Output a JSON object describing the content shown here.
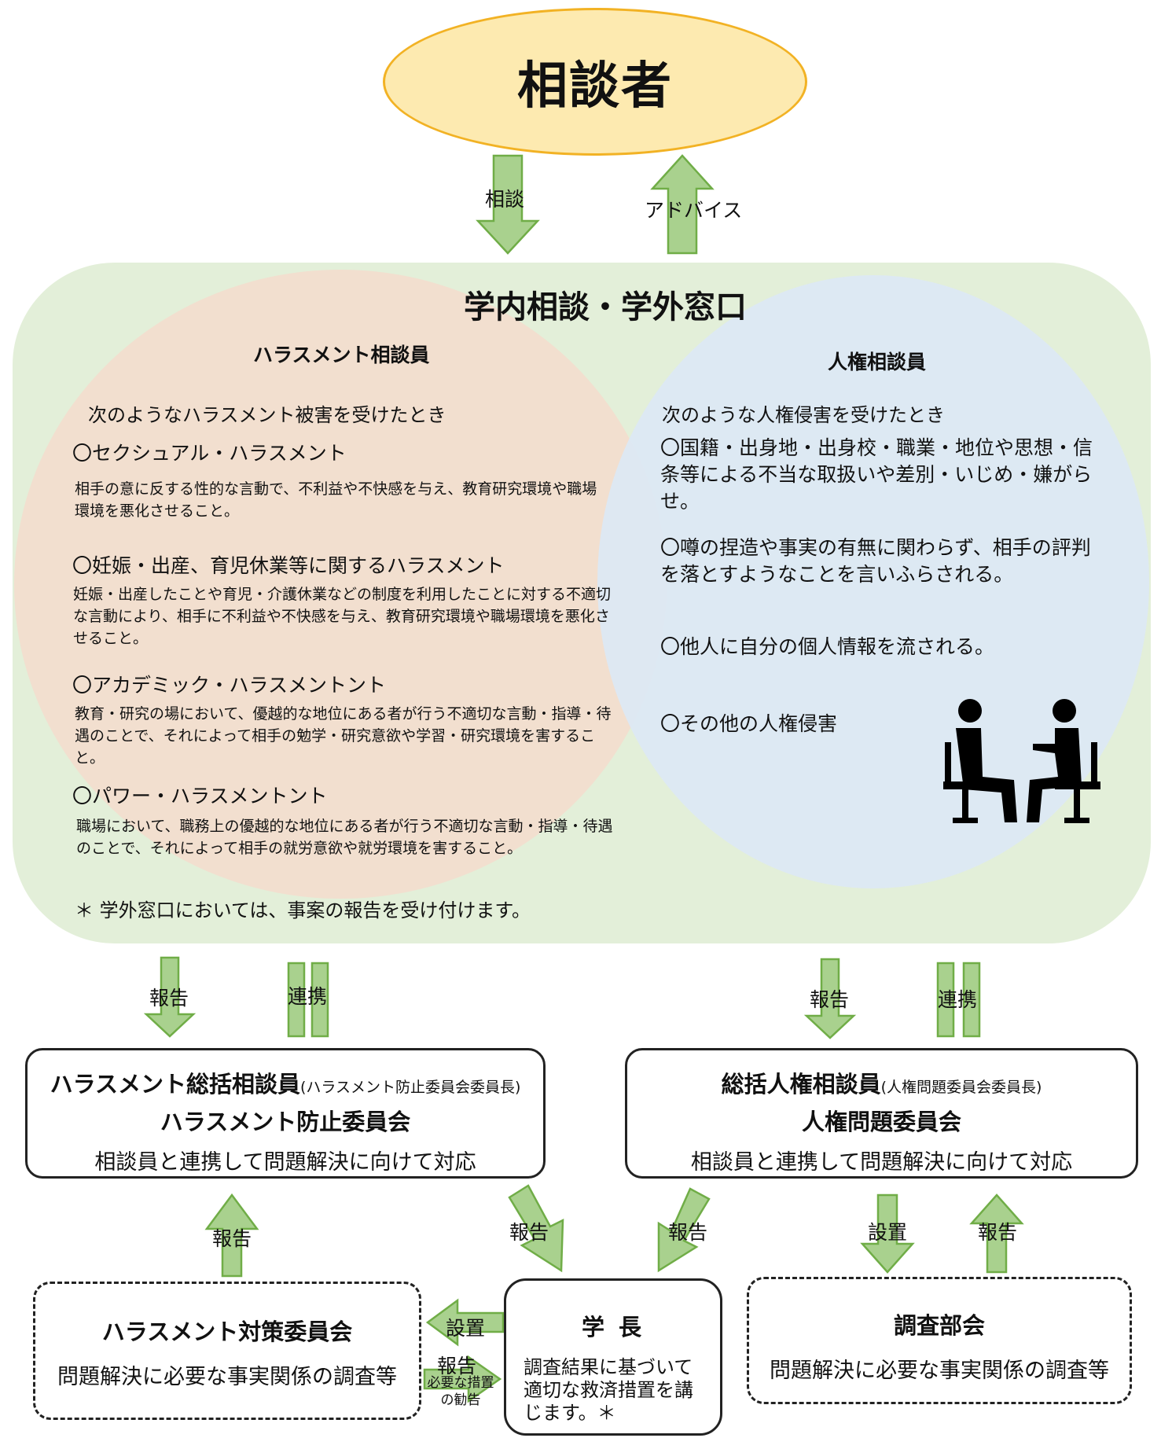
{
  "consultant": {
    "label": "相談者"
  },
  "top_arrows": {
    "consult": "相談",
    "advice": "アドバイス"
  },
  "panel": {
    "title": "学内相談・学外窓口",
    "harassment": {
      "heading": "ハラスメント相談員",
      "intro": "次のようなハラスメント被害を受けたとき",
      "items": [
        {
          "title": "〇セクシュアル・ハラスメント",
          "desc": "相手の意に反する性的な言動で、不利益や不快感を与え、教育研究環境や職場環境を悪化させること。"
        },
        {
          "title": "〇妊娠・出産、育児休業等に関するハラスメント",
          "desc": "妊娠・出産したことや育児・介護休業などの制度を利用したことに対する不適切な言動により、相手に不利益や不快感を与え、教育研究環境や職場環境を悪化させること。"
        },
        {
          "title": "〇アカデミック・ハラスメントント",
          "desc": "教育・研究の場において、優越的な地位にある者が行う不適切な言動・指導・待遇のことで、それによって相手の勉学・研究意欲や学習・研究環境を害すること。"
        },
        {
          "title": "〇パワー・ハラスメントント",
          "desc": "職場において、職務上の優越的な地位にある者が行う不適切な言動・指導・待遇のことで、それによって相手の就労意欲や就労環境を害すること。"
        }
      ],
      "note": "＊ 学外窓口においては、事案の報告を受け付けます。"
    },
    "human_rights": {
      "heading": "人権相談員",
      "intro": "次のような人権侵害を受けたとき",
      "items": [
        "〇国籍・出身地・出身校・職業・地位や思想・信条等による不当な取扱いや差別・いじめ・嫌がらせ。",
        "〇噂の捏造や事実の有無に関わらず、相手の評判を落とすようなことを言いふらされる。",
        "〇他人に自分の個人情報を流される。",
        "〇その他の人権侵害"
      ],
      "icon": "counseling-people-icon"
    }
  },
  "mid_arrows": {
    "report": "報告",
    "cooperate": "連携"
  },
  "box_harassment": {
    "title": "ハラスメント総括相談員",
    "title_note": "(ハラスメント防止委員会委員長)",
    "committee": "ハラスメント防止委員会",
    "desc": "相談員と連携して問題解決に向けて対応"
  },
  "box_rights": {
    "title": "総括人権相談員",
    "title_note": "(人権問題委員会委員長)",
    "committee": "人権問題委員会",
    "desc": "相談員と連携して問題解決に向けて対応"
  },
  "lower_arrows": {
    "report": "報告",
    "establish": "設置",
    "recommend": "必要な措置の勧告"
  },
  "box_measures": {
    "title": "ハラスメント対策委員会",
    "desc": "問題解決に必要な事実関係の調査等"
  },
  "box_president": {
    "title": "学 長",
    "desc": "調査結果に基づいて適切な救済措置を講じます。＊"
  },
  "box_investigation": {
    "title": "調査部会",
    "desc": "問題解決に必要な事実関係の調査等"
  },
  "colors": {
    "arrow_fill": "#a9d18e",
    "arrow_stroke": "#70ad47",
    "panel": "#e3efd9",
    "ellipse_fill": "#fdeab0",
    "ellipse_stroke": "#f2b224"
  }
}
